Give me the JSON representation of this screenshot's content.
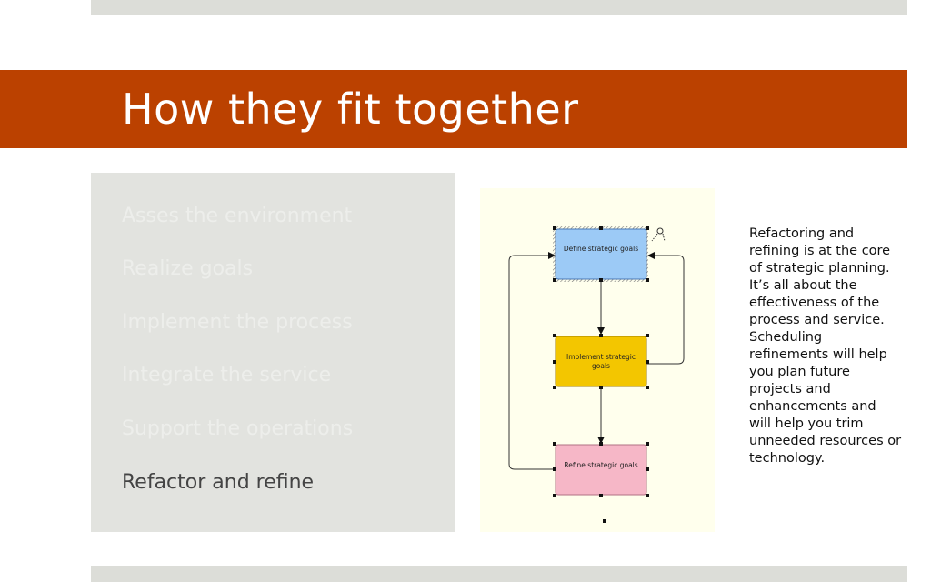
{
  "slide": {
    "title": "How they fit together",
    "list_items": [
      {
        "label": "Asses the environment",
        "active": false
      },
      {
        "label": "Realize goals",
        "active": false
      },
      {
        "label": "Implement the process",
        "active": false
      },
      {
        "label": "Integrate the service",
        "active": false
      },
      {
        "label": "Support the operations",
        "active": false
      },
      {
        "label": "Refactor and refine",
        "active": true
      }
    ],
    "description": "Refactoring and refining is at the core of strategic planning.  It’s all about the effectiveness of the process and service.  Scheduling refinements will help you plan future projects and enhancements and will help you trim unneeded resources or technology."
  },
  "diagram": {
    "nodes": [
      {
        "id": "define",
        "lines": [
          "Define strategic goals"
        ],
        "fill": "#9ccaf6",
        "stroke": "#4a78b5",
        "selected": true
      },
      {
        "id": "implement",
        "lines": [
          "Implement strategic",
          "goals"
        ],
        "fill": "#f3c600",
        "stroke": "#a07d00",
        "selected": false
      },
      {
        "id": "refine",
        "lines": [
          "Refine strategic goals"
        ],
        "fill": "#f6b7c7",
        "stroke": "#b07084",
        "selected": false
      }
    ],
    "colors": {
      "background": "#ffffed",
      "connector": "#333333"
    }
  }
}
